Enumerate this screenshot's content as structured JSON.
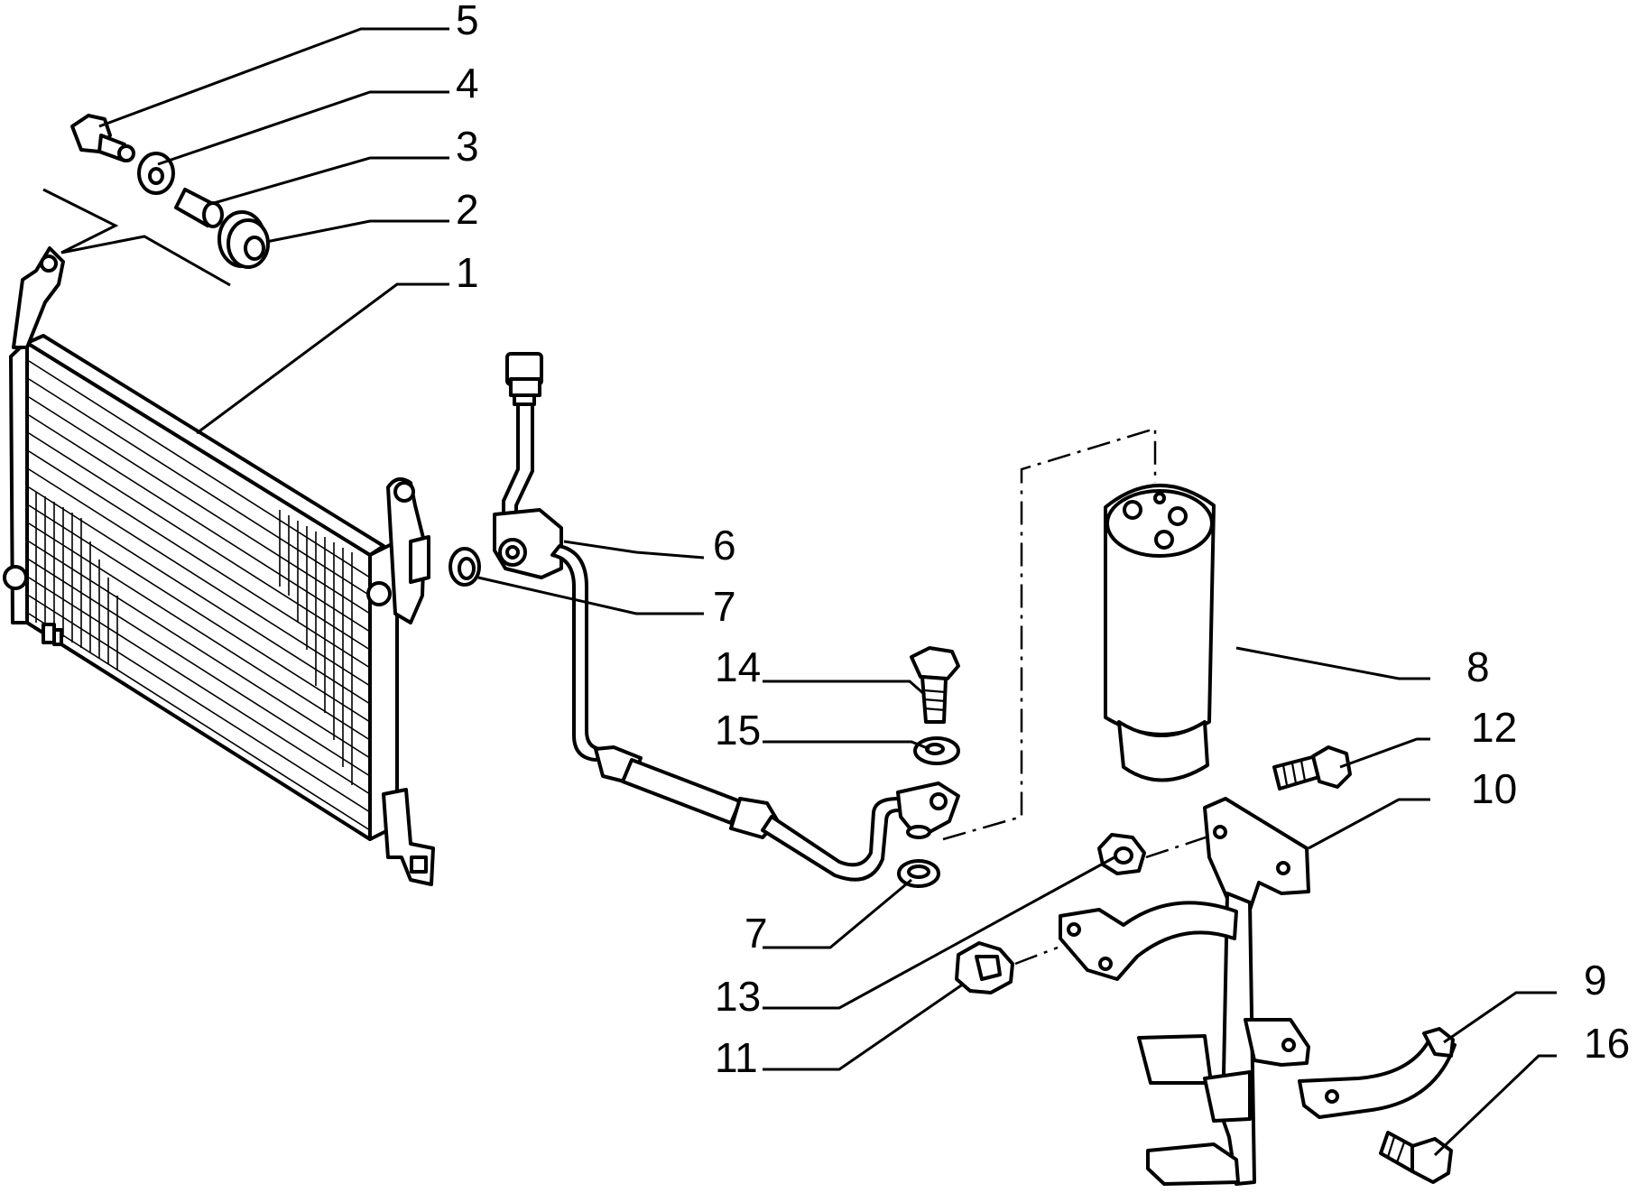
{
  "labels": {
    "l1": "1",
    "l2": "2",
    "l3": "3",
    "l4": "4",
    "l5": "5",
    "l6": "6",
    "l7a": "7",
    "l7b": "7",
    "l8": "8",
    "l9": "9",
    "l10": "10",
    "l11": "11",
    "l12": "12",
    "l13": "13",
    "l14": "14",
    "l15": "15",
    "l16": "16"
  }
}
